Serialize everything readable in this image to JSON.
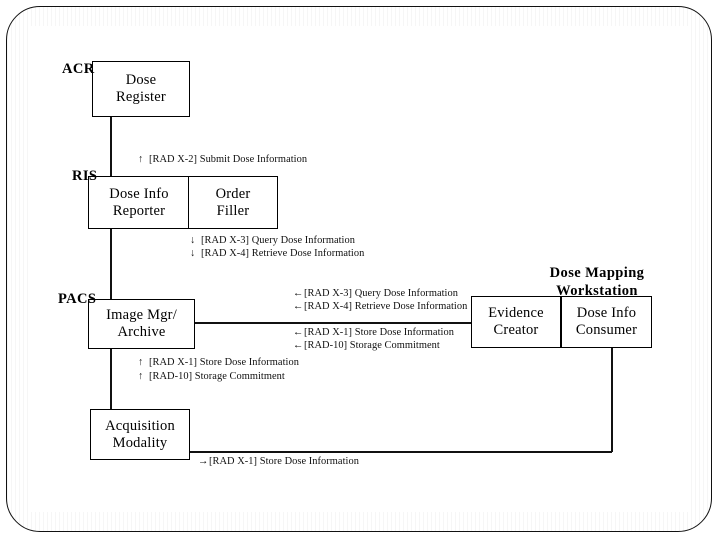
{
  "diagram": {
    "title_absent": true,
    "systems": [
      {
        "id": "acr",
        "label": "ACR"
      },
      {
        "id": "ris",
        "label": "RIS"
      },
      {
        "id": "pacs",
        "label": "PACS"
      },
      {
        "id": "dmw",
        "label": "Dose Mapping\nWorkstation"
      }
    ],
    "actors": [
      {
        "id": "dose-register",
        "label": "Dose\nRegister",
        "system": "acr"
      },
      {
        "id": "dose-info-reporter",
        "label": "Dose Info\nReporter",
        "system": "ris"
      },
      {
        "id": "order-filler",
        "label": "Order\nFiller",
        "system": "ris"
      },
      {
        "id": "image-mgr-archive",
        "label": "Image Mgr/\nArchive",
        "system": "pacs"
      },
      {
        "id": "acquisition-modality",
        "label": "Acquisition\nModality",
        "system": ""
      },
      {
        "id": "evidence-creator",
        "label": "Evidence\nCreator",
        "system": "dmw"
      },
      {
        "id": "dose-info-consumer",
        "label": "Dose Info\nConsumer",
        "system": "dmw"
      }
    ],
    "transactions": [
      {
        "id": "t-radx2",
        "arrow": "↑",
        "code": "[RAD X-2]",
        "name": "Submit Dose Information"
      },
      {
        "id": "t-radx3-down",
        "arrow": "↓",
        "code": "[RAD X-3]",
        "name": "Query Dose Information"
      },
      {
        "id": "t-radx4-down",
        "arrow": "↓",
        "code": "[RAD X-4]",
        "name": "Retrieve Dose Information"
      },
      {
        "id": "t-radx3-left",
        "arrow": "←",
        "code": "[RAD X-3]",
        "name": "Query Dose Information"
      },
      {
        "id": "t-radx4-left",
        "arrow": "←",
        "code": "[RAD X-4]",
        "name": "Retrieve Dose Information"
      },
      {
        "id": "t-radx1-left",
        "arrow": "←",
        "code": "[RAD X-1]",
        "name": "Store Dose Information"
      },
      {
        "id": "t-rad10-left",
        "arrow": "←",
        "code": "[RAD-10]",
        "name": "Storage Commitment"
      },
      {
        "id": "t-radx1-up",
        "arrow": "↑",
        "code": "[RAD X-1]",
        "name": "Store Dose Information"
      },
      {
        "id": "t-rad10-up",
        "arrow": "↑",
        "code": "[RAD-10]",
        "name": "Storage Commitment"
      },
      {
        "id": "t-radx1-right",
        "arrow": "→",
        "code": "[RAD X-1]",
        "name": "Store Dose Information"
      }
    ],
    "colors": {
      "line": "#111111",
      "box_border": "#000000",
      "background": "#ffffff",
      "text": "#000000"
    }
  }
}
